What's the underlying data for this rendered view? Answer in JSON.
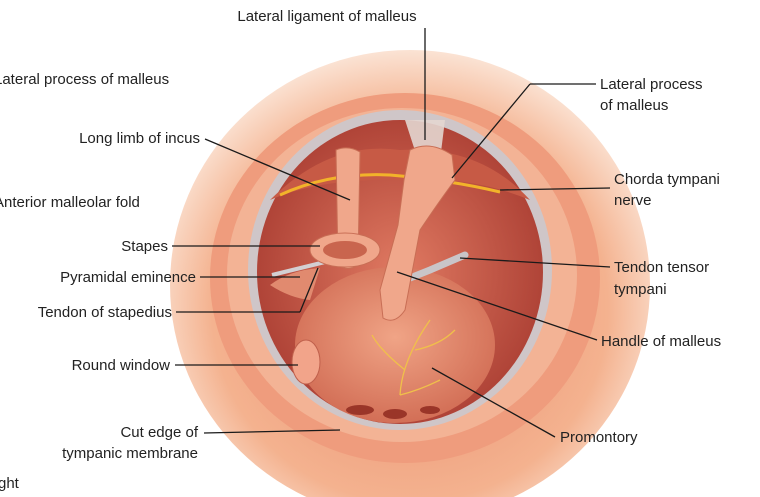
{
  "labels": {
    "lateral_ligament": "Lateral ligament of malleus",
    "lateral_process_left": "Lateral process of malleus",
    "long_limb_incus": "Long limb of incus",
    "anterior_malleolar_fold": "Anterior malleolar fold",
    "stapes": "Stapes",
    "pyramidal_eminence": "Pyramidal eminence",
    "tendon_stapedius": "Tendon of stapedius",
    "round_window": "Round window",
    "cut_edge_line1": "Cut edge of",
    "cut_edge_line2": "tympanic membrane",
    "corner_fragment": "ght",
    "lateral_process_right_line1": "Lateral process",
    "lateral_process_right_line2": "of malleus",
    "chorda_tympani_line1": "Chorda tympani",
    "chorda_tympani_line2": "nerve",
    "tendon_tensor_line1": "Tendon tensor",
    "tendon_tensor_line2": "tympani",
    "handle_malleus": "Handle of malleus",
    "promontory": "Promontory"
  },
  "colors": {
    "outer_canal": "#f2b893",
    "canal_ring": "#e8997a",
    "membrane_rim": "#c9c3c6",
    "cavity_dark": "#b84a3c",
    "cavity_mid": "#d8705a",
    "promontory": "#e48a6f",
    "ossicle": "#f0a78b",
    "nerve": "#f2b32a",
    "tendon": "#c9c5c8",
    "leader_line": "#1a1a1a"
  }
}
